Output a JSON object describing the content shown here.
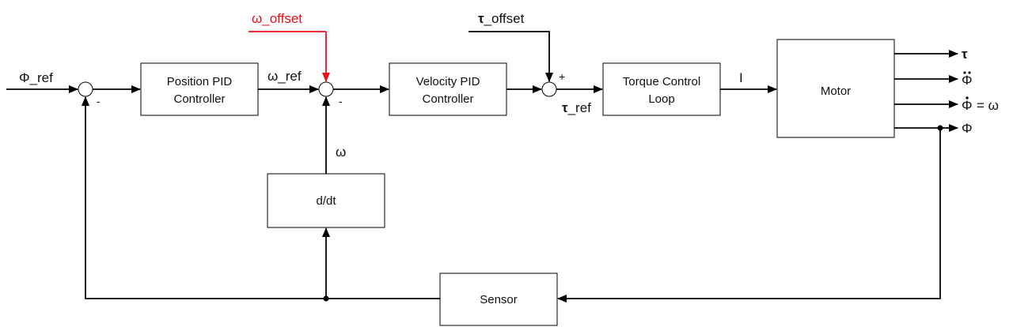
{
  "colors": {
    "line": "#000000",
    "highlight": "#e8101a"
  },
  "blocks": {
    "position_pid": {
      "line1": "Position PID",
      "line2": "Controller"
    },
    "velocity_pid": {
      "line1": "Velocity PID",
      "line2": "Controller"
    },
    "torque_loop": {
      "line1": "Torque Control",
      "line2": "Loop"
    },
    "motor": {
      "label": "Motor"
    },
    "ddt": {
      "label": "d/dt"
    },
    "sensor": {
      "label": "Sensor"
    }
  },
  "signals": {
    "phi_ref": "Φ_ref",
    "omega_ref": "ω_ref",
    "omega_offset": "ω_offset",
    "tau_offset_sym": "τ",
    "tau_offset_txt": "_offset",
    "tau_ref_sym": "τ",
    "tau_ref_txt": "_ref",
    "current": "I",
    "omega": "ω"
  },
  "signs": {
    "minus": "-",
    "plus": "+"
  },
  "outputs": {
    "tau": "τ",
    "phi_ddot": "Φ",
    "phi_dot": "Φ",
    "phi_dot_eq": "= ω",
    "phi": "Φ"
  }
}
